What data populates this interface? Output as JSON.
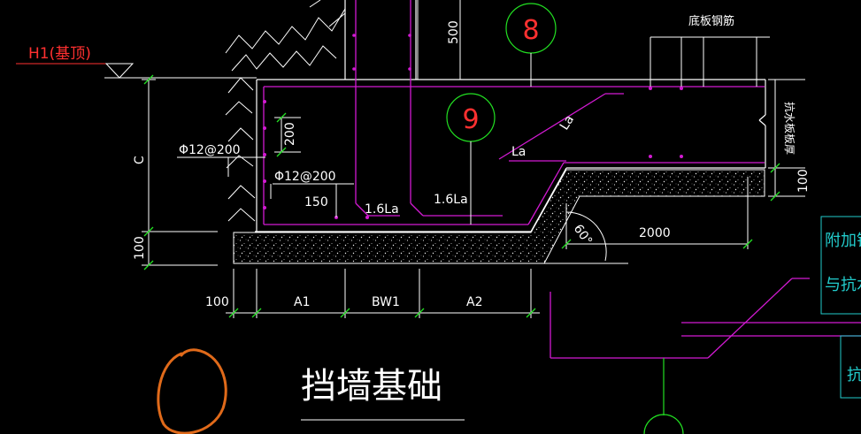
{
  "colors": {
    "background": "#000000",
    "white": "#ffffff",
    "magenta": "#d21ad2",
    "green": "#22e022",
    "red": "#ff3030",
    "cyan": "#22cccc",
    "orange": "#e06a1a",
    "grey": "#9a9a9a"
  },
  "elevation": {
    "label": "H1(基顶)"
  },
  "callouts": {
    "c8": "8",
    "c9": "9"
  },
  "dims": {
    "d500": "500",
    "d200": "200",
    "dC": "C",
    "d100_left": "100",
    "d100_bottom": "100",
    "d150": "150",
    "d100_right": "100",
    "d2000": "2000",
    "a1": "A1",
    "bw1": "BW1",
    "a2": "A2",
    "angle": "60°"
  },
  "rebar": {
    "r1": "Φ12@200",
    "r2": "Φ12@200",
    "la1": "La",
    "la2": "La",
    "la16a": "1.6La",
    "la16b": "1.6La"
  },
  "notes": {
    "bottom_rebar": "底板钢筋",
    "antifloat": "抗水板板厚",
    "right_cut1": "附加钢",
    "right_cut2": "与抗水",
    "right_cut3": "抗"
  },
  "drawing": {
    "title": "挡墙基础"
  },
  "annotation": {
    "shape": "hand-drawn-circle"
  }
}
